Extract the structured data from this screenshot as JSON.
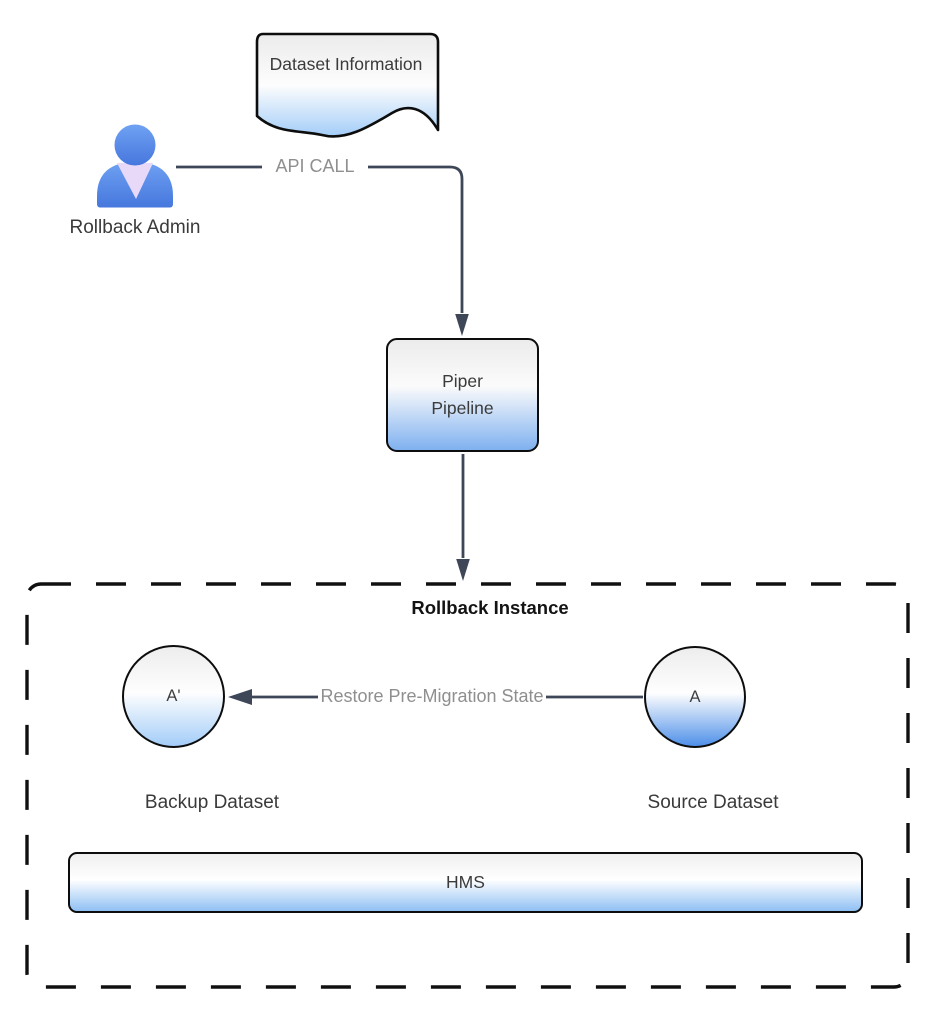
{
  "document": {
    "label": "Dataset Information"
  },
  "actor": {
    "label": "Rollback Admin"
  },
  "edges": {
    "api_call_label": "API CALL",
    "restore_label": "Restore Pre-Migration State"
  },
  "pipeline": {
    "label": "Piper Pipeline"
  },
  "container": {
    "title": "Rollback Instance",
    "backup_node": "A'",
    "backup_label": "Backup Dataset",
    "source_node": "A",
    "source_label": "Source Dataset",
    "hms_label": "HMS"
  },
  "colors": {
    "connector": "#3d4757",
    "edge_label_text": "#8f8f8f",
    "shape_border": "#0d0d0d",
    "gradient_top": "#ececec",
    "gradient_bottom_blue": "#7fb1f0",
    "person_blue_light": "#6fa1f3",
    "person_blue_dark": "#4677dd",
    "person_neck_lavender": "#e9d9f8",
    "label_text": "#3a3a3a"
  }
}
